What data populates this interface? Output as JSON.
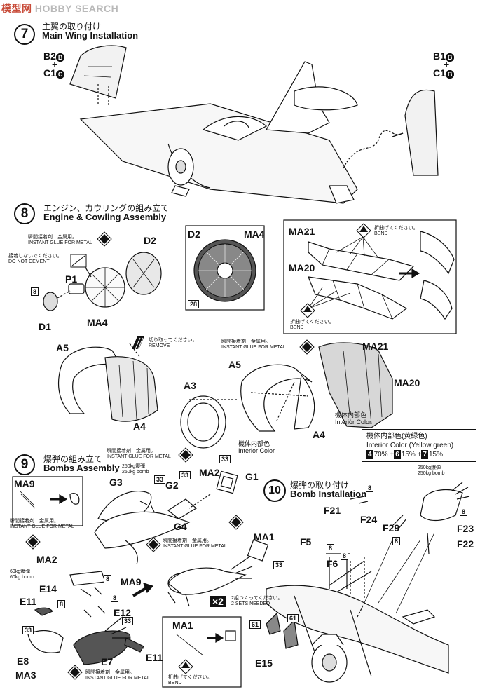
{
  "watermark": {
    "cn": "模型网",
    "latin": "HOBBY SEARCH"
  },
  "step7": {
    "num": "7",
    "title_jp": "主翼の取り付け",
    "title_en": "Main Wing Installation",
    "left_parts": [
      "B2",
      "+",
      "C1"
    ],
    "left_badges": [
      "B",
      "C"
    ],
    "right_parts": [
      "B1",
      "+",
      "C1"
    ],
    "right_badges": [
      "B",
      "B"
    ]
  },
  "step8": {
    "num": "8",
    "title_jp": "エンジン、カウリングの組み立て",
    "title_en": "Engine & Cowling Assembly",
    "glue_jp": "瞬間接着剤　金属用。",
    "glue_en": "INSTANT GLUE FOR METAL",
    "nocement_jp": "接着しないでください。",
    "nocement_en": "DO NOT CEMENT",
    "parts": {
      "d2": "D2",
      "p1": "P1",
      "d1": "D1",
      "ma4": "MA4",
      "badge8": "8"
    },
    "inset": {
      "d2": "D2",
      "ma4": "MA4",
      "badge": "28"
    },
    "bend_box": {
      "ma21": "MA21",
      "ma20": "MA20",
      "bend_jp": "折曲げてください。",
      "bend_en": "BEND"
    },
    "remove_jp": "切り取ってください。",
    "remove_en": "REMOVE",
    "left": {
      "a5": "A5",
      "a4": "A4"
    },
    "right": {
      "a3": "A3",
      "a5": "A5",
      "a4": "A4",
      "ma21": "MA21",
      "ma20": "MA20",
      "glue_jp": "瞬間接着剤　金属用。",
      "glue_en": "INSTANT GLUE FOR METAL",
      "interior_jp": "機体内部色",
      "interior_en": "Interior Color"
    },
    "bottom_interior_jp": "機体内部色",
    "bottom_interior_en": "Interior Color",
    "color_box": {
      "jp": "機体内部色(黄緑色)",
      "en": "Interior Color (Yellow green)",
      "mix": [
        {
          "n": "4",
          "p": "70%"
        },
        {
          "n": "6",
          "p": "15%"
        },
        {
          "n": "7",
          "p": "15%"
        }
      ]
    }
  },
  "step9": {
    "num": "9",
    "title_jp": "爆弾の組み立て",
    "title_en": "Bombs Assembly",
    "glue_jp": "瞬間接着剤　金属用。",
    "glue_en": "INSTANT GLUE FOR METAL",
    "bomb250_jp": "250kg爆弾",
    "bomb250_en": "250kg bomb",
    "bomb60_jp": "60kg爆弾",
    "bomb60_en": "60kg bomb",
    "parts": {
      "ma9": "MA9",
      "g3": "G3",
      "g2": "G2",
      "g4": "G4",
      "ma2": "MA2",
      "g1": "G1",
      "ma2b": "MA2",
      "ma9b": "MA9",
      "ma1": "MA1",
      "e14": "E14",
      "e12": "E12",
      "e11": "E11",
      "e11b": "E11",
      "e8": "E8",
      "e7": "E7",
      "ma3": "MA3"
    },
    "badges": {
      "b33a": "33",
      "b33b": "33",
      "b33c": "33",
      "b33d": "33",
      "b33e": "33",
      "b8a": "8",
      "b8b": "8",
      "b8c": "8"
    },
    "sets_x": "×2",
    "sets_jp": "2組つくってください。",
    "sets_en": "2 SETS NEEDED",
    "inset": {
      "ma1": "MA1",
      "bend_jp": "折曲げてください。",
      "bend_en": "BEND"
    }
  },
  "step10": {
    "num": "10",
    "title_jp": "爆弾の取り付け",
    "title_en": "Bomb Installation",
    "bomb_jp": "250kg爆弾",
    "bomb_en": "250kg bomb",
    "parts": {
      "f21": "F21",
      "f24": "F24",
      "f29": "F29",
      "f23": "F23",
      "f22": "F22",
      "f5": "F5",
      "f6": "F6",
      "e15": "E15"
    },
    "badges": {
      "b8a": "8",
      "b8b": "8",
      "b8c": "8",
      "b8d": "8",
      "b8e": "8",
      "b61a": "61",
      "b61b": "61"
    }
  }
}
